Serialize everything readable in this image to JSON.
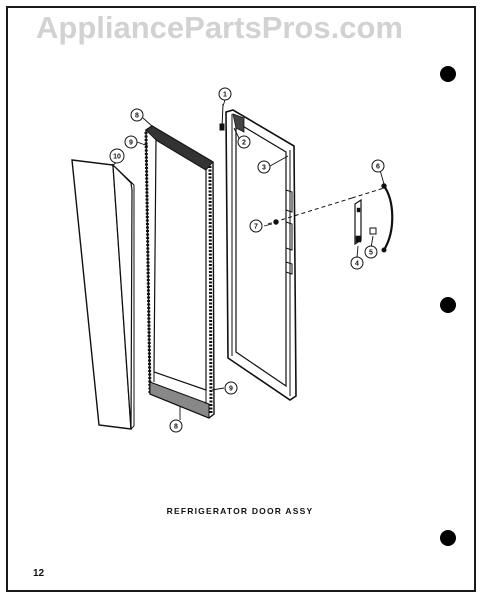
{
  "watermark": "AppliancePartsPros.com",
  "caption": "REFRIGERATOR DOOR ASSY",
  "page_number": "12",
  "callouts": {
    "c1": "1",
    "c2": "2",
    "c3": "3",
    "c4": "4",
    "c5": "5",
    "c6": "6",
    "c7": "7",
    "c8": "8",
    "c9_top": "9",
    "c10": "10",
    "c9_bottom": "9",
    "c8_bottom": "8"
  },
  "colors": {
    "ink": "#111111",
    "watermark": "#d2d2d2",
    "paper": "#ffffff"
  }
}
